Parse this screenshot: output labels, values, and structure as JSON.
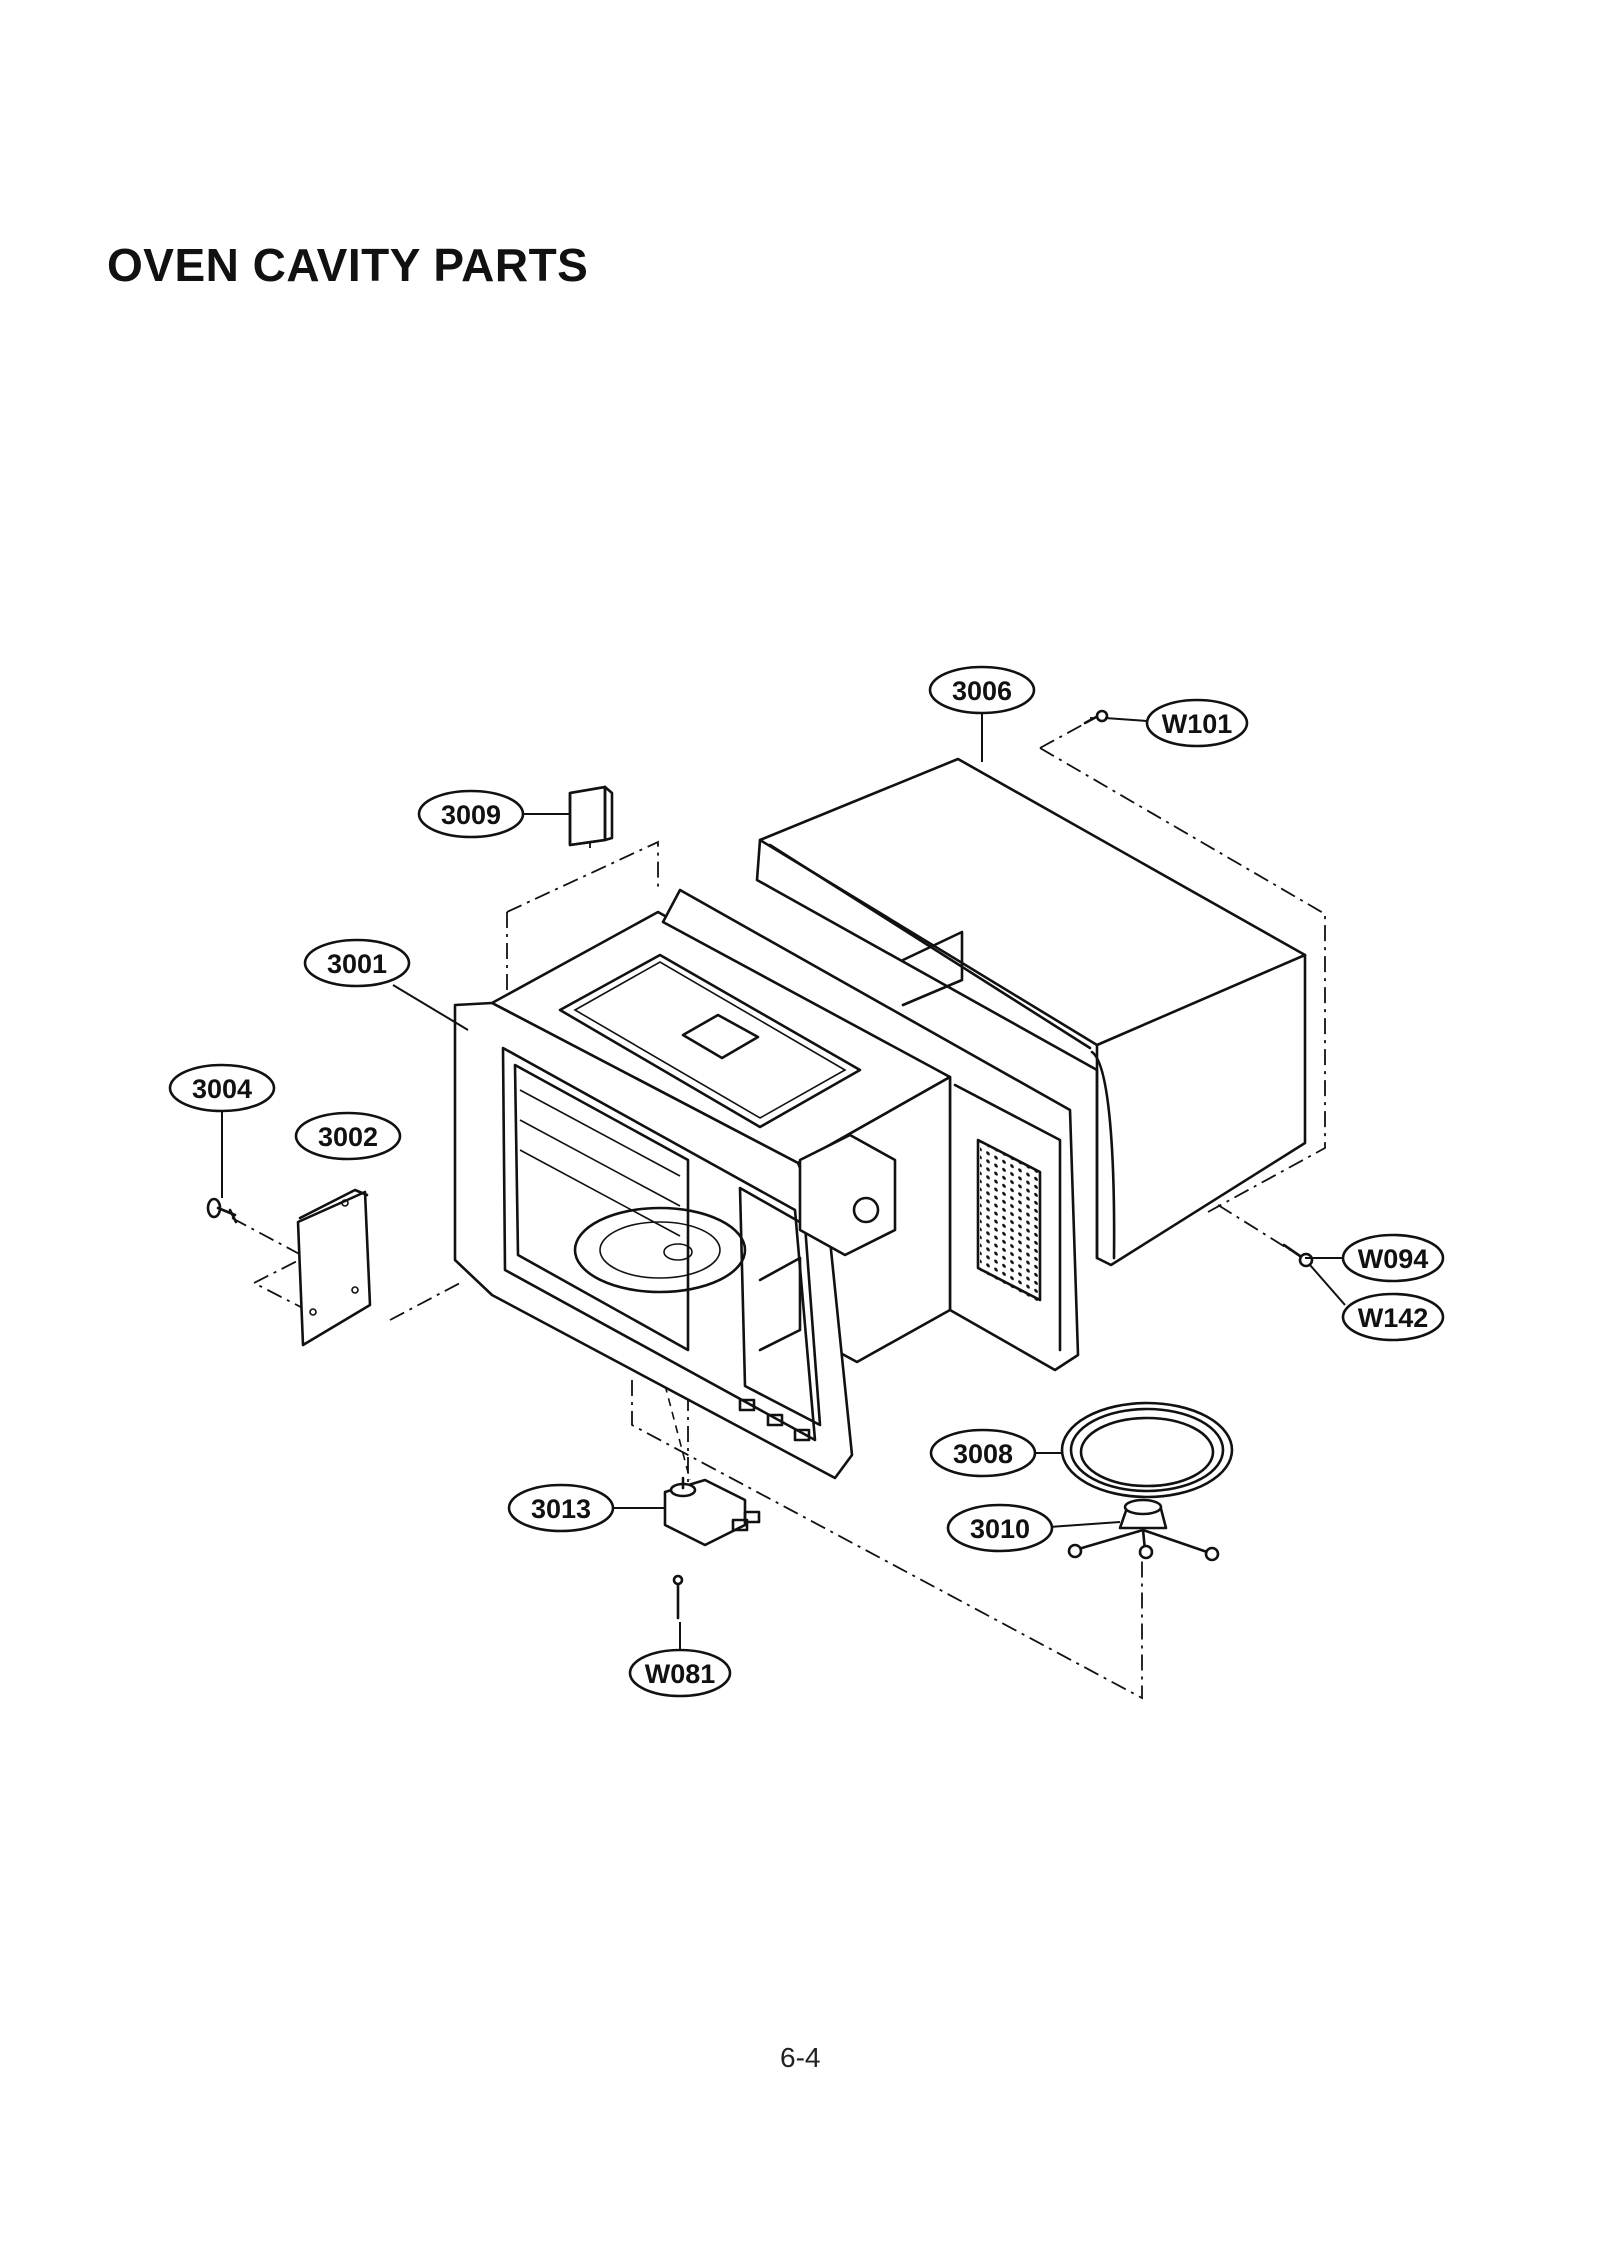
{
  "title": "OVEN CAVITY PARTS",
  "page_number": "6-4",
  "callouts": {
    "c3006": "3006",
    "cW101": "W101",
    "c3009": "3009",
    "c3001": "3001",
    "c3004": "3004",
    "c3002": "3002",
    "cW094": "W094",
    "cW142": "W142",
    "c3008": "3008",
    "c3010": "3010",
    "c3013": "3013",
    "cW081": "W081"
  }
}
